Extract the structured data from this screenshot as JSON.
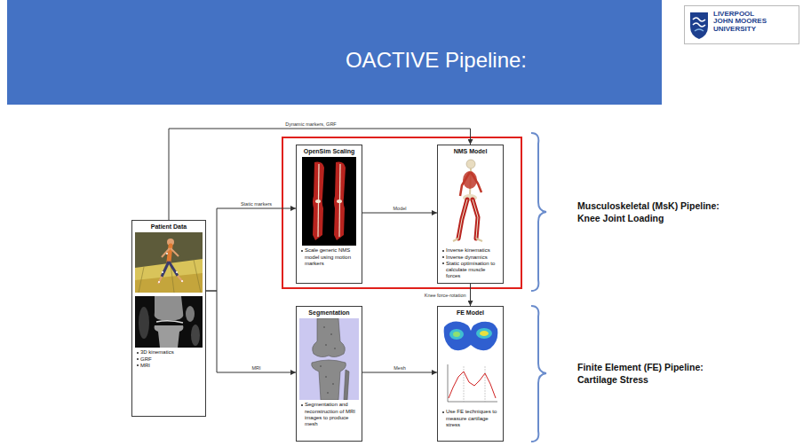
{
  "diagram": {
    "title": "OACTIVE Pipeline:",
    "nodes": [
      {
        "text": [
          "Patient Data",
          "3D kinematics",
          "GRF",
          "MRI"
        ]
      },
      {
        "text": [
          "OpenSim Scaling",
          "Scale generic NMS model using motion markers"
        ]
      },
      {
        "text": [
          "NMS Model",
          "Inverse kinematics",
          "Inverse dynamics",
          "Static optimisation to calculate muscle forces"
        ]
      },
      {
        "text": [
          "Segmentation",
          "Segmentation and reconstruction of MRI images to produce mesh"
        ]
      },
      {
        "text": [
          "FE Model",
          "Use FE techniques to measure cartilage stress"
        ]
      }
    ],
    "edges": [
      {
        "from": 0,
        "to": 2,
        "arrow": "to",
        "label": "Dynamic markers, GRF"
      },
      {
        "from": 0,
        "to": 1,
        "arrow": "to",
        "label": "Static markers"
      },
      {
        "from": 0,
        "to": 3,
        "arrow": "to",
        "label": "MRI"
      },
      {
        "from": 1,
        "to": 2,
        "arrow": "to",
        "label": "Model"
      },
      {
        "from": 2,
        "to": 4,
        "arrow": "to",
        "label": "Knee force-rotation"
      },
      {
        "from": 3,
        "to": 4,
        "arrow": "to",
        "label": "Mesh"
      }
    ],
    "labels": [
      "LIVERPOOL JOHN MOORES UNIVERSITY",
      "Musculoskeletal (MsK) Pipeline: Knee Joint Loading",
      "Finite Element (FE) Pipeline: Cartilage Stress"
    ]
  }
}
